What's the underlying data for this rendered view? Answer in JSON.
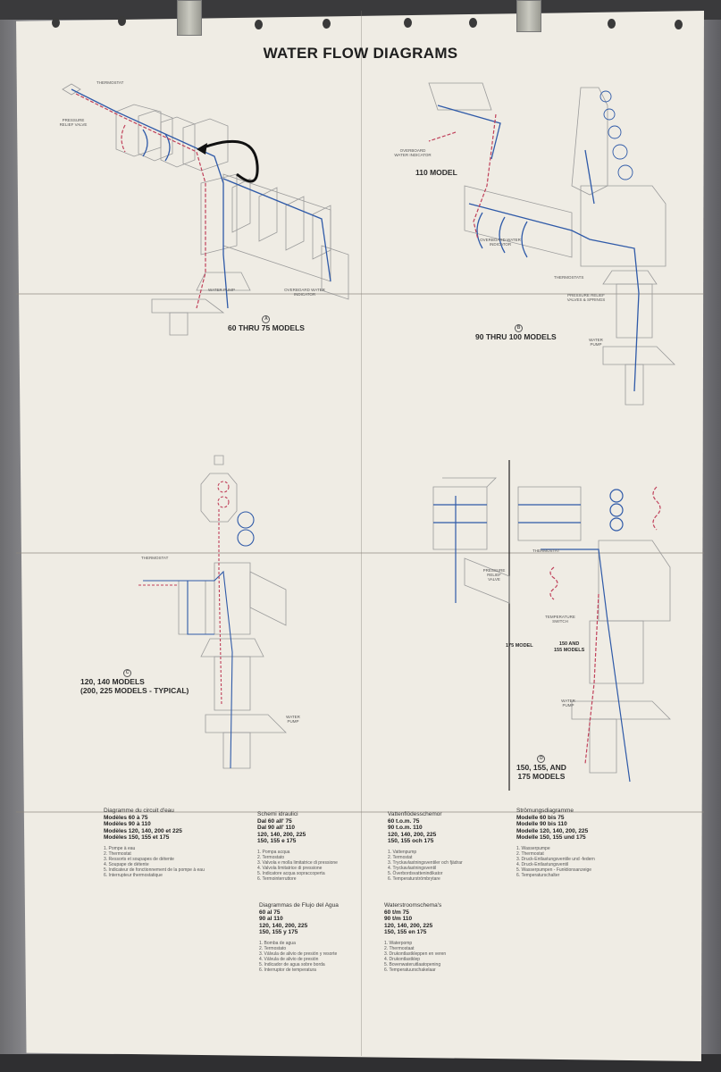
{
  "title": "WATER FLOW DIAGRAMS",
  "colors": {
    "paper": "#efece4",
    "cool_water_blue": "#2f5aa8",
    "hot_water_red": "#c0405a",
    "line_gray": "#8c8c8c",
    "text": "#1e1e1e"
  },
  "diagrams": [
    {
      "id": "A",
      "label": "60 THRU 75 MODELS",
      "callouts": [
        "THERMOSTAT",
        "PRESSURE RELIEF VALVE",
        "WATER PUMP",
        "OVERBOARD WATER INDICATOR"
      ]
    },
    {
      "id": "B",
      "label": "90 THRU 100 MODELS",
      "sub_label": "110 MODEL",
      "callouts": [
        "OVERBOARD WATER INDICATOR",
        "OVERBOARD WATER INDICATOR",
        "THERMOSTATS",
        "PRESSURE RELIEF VALVES & SPRINGS",
        "WATER PUMP"
      ]
    },
    {
      "id": "C",
      "label_line1": "120, 140 MODELS",
      "label_line2": "(200, 225 MODELS - TYPICAL)",
      "callouts": [
        "THERMOSTAT",
        "WATER PUMP"
      ]
    },
    {
      "id": "D",
      "label_line1": "150, 155, AND",
      "label_line2": "175 MODELS",
      "sub_label_175": "175 MODEL",
      "sub_label_150_line1": "150 AND",
      "sub_label_150_line2": "155 MODELS",
      "callouts": [
        "THERMOSTAT",
        "PRESSURE RELIEF VALVE",
        "TEMPERATURE SWITCH",
        "WATER PUMP"
      ]
    }
  ],
  "legends": {
    "french": {
      "title": "Diagramme du circuit d'eau",
      "models": [
        "Modèles 60 à 75",
        "Modèles 90 à 110",
        "Modèles 120, 140, 200 et 225",
        "Modèles 150, 155 et 175"
      ],
      "items": [
        "1. Pompe à eau",
        "2. Thermostat",
        "3. Ressorts et soupapes de détente",
        "4. Soupape de détente",
        "5. Indicateur de fonctionnement de la pompe à eau",
        "6. Interrupteur thermostatique"
      ]
    },
    "italian": {
      "title": "Schemi idraulici",
      "models": [
        "Dal 60 all' 75",
        "Dal 90 all' 110",
        "120, 140, 200, 225",
        "150, 155 e 175"
      ],
      "items": [
        "1. Pompa acqua",
        "2. Termostato",
        "3. Valvola e molla limitatrice di pressione",
        "4. Valvola limitatrice di pressione",
        "5. Indicatore acqua sopraccoperta",
        "6. Termointerruttore"
      ]
    },
    "swedish": {
      "title": "Vattenflödesschemor",
      "models": [
        "60 t.o.m. 75",
        "90 t.o.m. 110",
        "120, 140, 200, 225",
        "150, 155 och 175"
      ],
      "items": [
        "1. Vattenpump",
        "2. Termostat",
        "3. Tryckavlastningsventiler och fjädrar",
        "4. Tryckavlastningsventil",
        "5. Överbordsvattenindikator",
        "6. Temperaturströmbrytare"
      ]
    },
    "german": {
      "title": "Strömungsdiagramme",
      "models": [
        "Modelle 60 bis 75",
        "Modelle 90 bis 110",
        "Modelle 120, 140, 200, 225",
        "Modelle 150, 155 und 175"
      ],
      "items": [
        "1. Wasserpumpe",
        "2. Thermostat",
        "3. Druck-Entlastungsventile und -federn",
        "4. Druck-Entlastungsventil",
        "5. Wasserpumpen - Funktionsanzeige",
        "6. Temperaturschalter"
      ]
    },
    "spanish": {
      "title": "Diagrammas de Flujo del Agua",
      "models": [
        "60 al 75",
        "90 al 110",
        "120, 140, 200, 225",
        "150, 155 y 175"
      ],
      "items": [
        "1. Bomba de agua",
        "2. Termostato",
        "3. Válvula de alivio de presión y resorte",
        "4. Válvula de alivio de presión",
        "5. Indicador de agua sobre borda",
        "6. Interruptor de temperatura"
      ]
    },
    "dutch": {
      "title": "Waterstroomschema's",
      "models": [
        "60 t/m 75",
        "90 t/m 110",
        "120, 140, 200, 225",
        "150, 155 en 175"
      ],
      "items": [
        "1. Waterpomp",
        "2. Thermostaat",
        "3. Drukontlastkleppen en veren",
        "4. Drukontlastklep",
        "5. Bovenwateruitlaatopening",
        "6. Temperatuurschakelaar"
      ]
    }
  },
  "model_letters": [
    "A",
    "B",
    "C",
    "D"
  ]
}
